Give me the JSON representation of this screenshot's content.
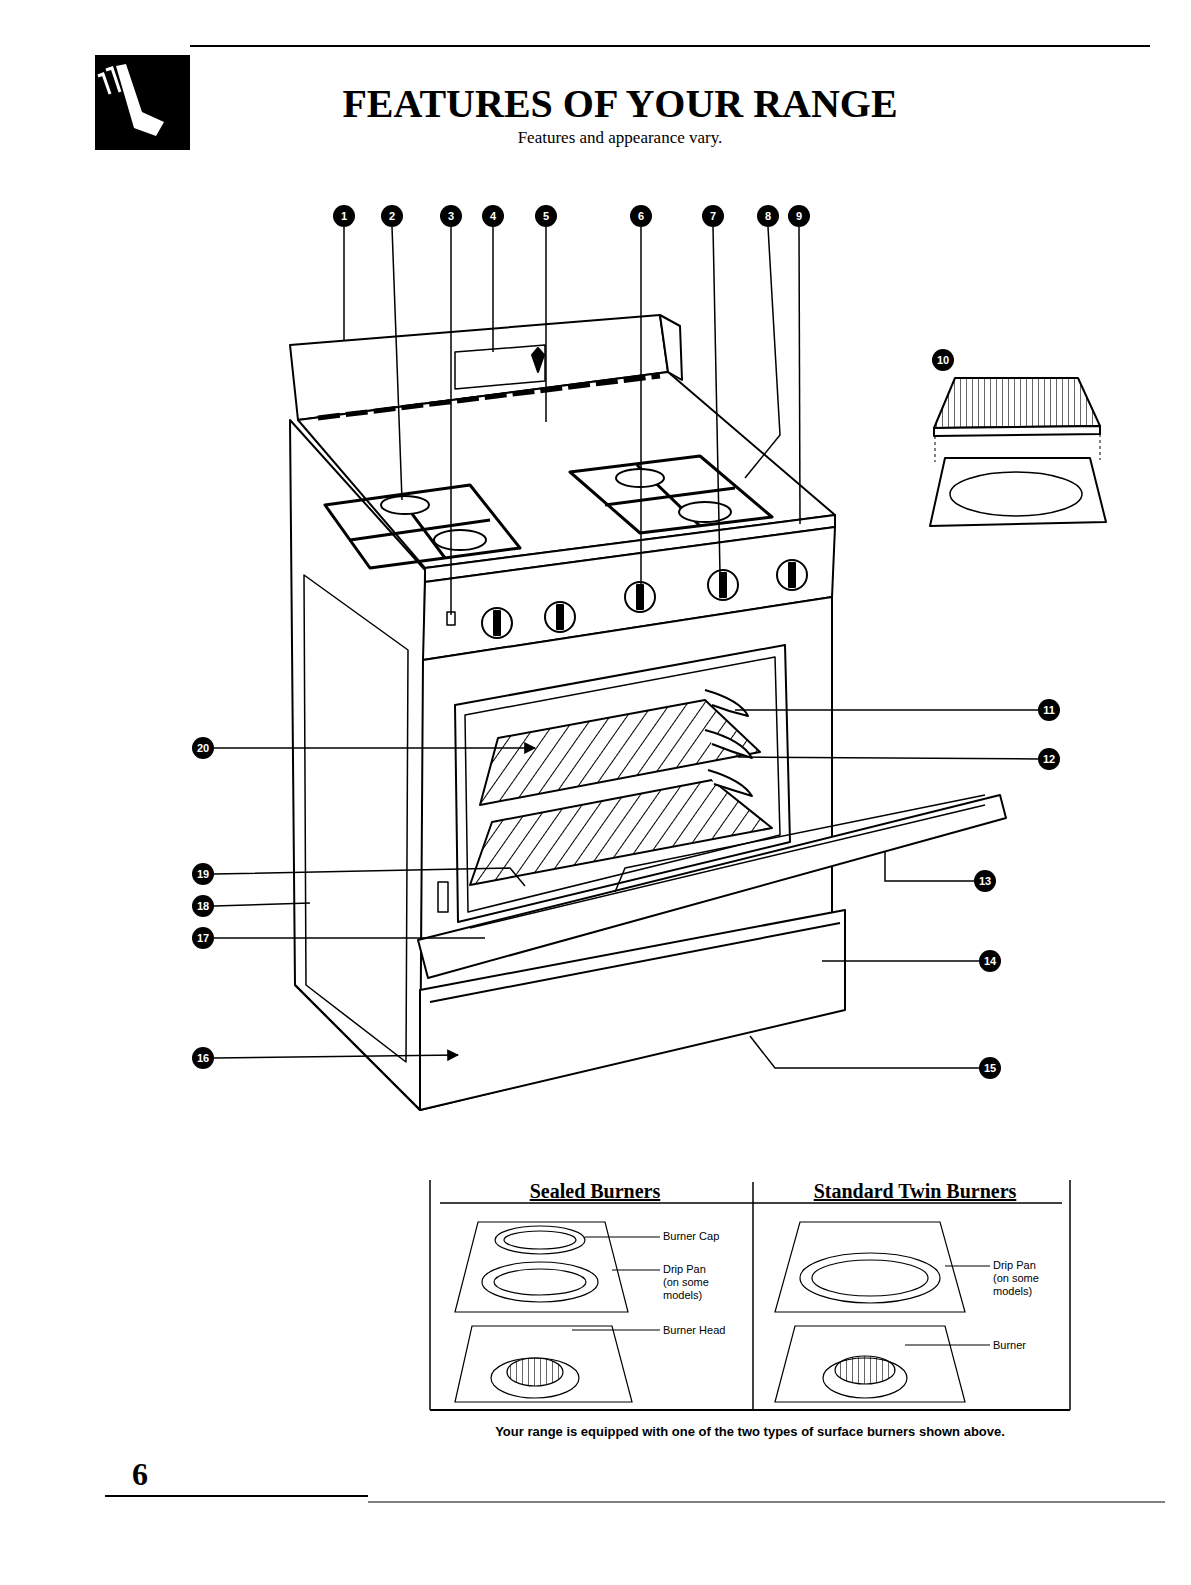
{
  "diagram": {
    "title": "FEATURES OF YOUR RANGE",
    "caption": "Your range is equipped with one of the two types of surface burners shown above.",
    "labels": [
      "Features and appearance vary.",
      "1",
      "2",
      "3",
      "4",
      "5",
      "6",
      "7",
      "8",
      "9",
      "10",
      "11",
      "12",
      "13",
      "14",
      "15",
      "16",
      "17",
      "18",
      "19",
      "20",
      "Sealed Burners",
      "Standard Twin Burners",
      "Burner Cap",
      "Drip Pan (on some models)",
      "Burner Head",
      "Drip Pan (on some models)",
      "Burner",
      "6"
    ]
  }
}
